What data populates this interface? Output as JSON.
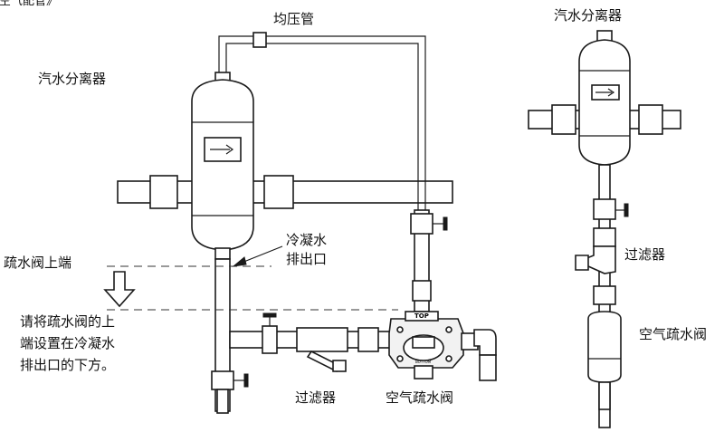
{
  "header": {
    "caption_fragment": "《空气配管》"
  },
  "labels": {
    "equalizing_pipe": "均压管",
    "separator_left": "汽水分离器",
    "separator_right": "汽水分离器",
    "condensate_outlet": [
      "冷凝水",
      "排出口"
    ],
    "trap_upper_end": "疏水阀上端",
    "note": [
      "请将疏水阀的上",
      "端设置在冷凝水",
      "排出口的下方。"
    ],
    "strainer_left": "过滤器",
    "air_trap_left": "空气疏水阀",
    "strainer_right": "过滤器",
    "air_trap_right": "空气疏水阀"
  },
  "trap_marks": {
    "top": "TOP",
    "bottom": "BOTTOM"
  }
}
